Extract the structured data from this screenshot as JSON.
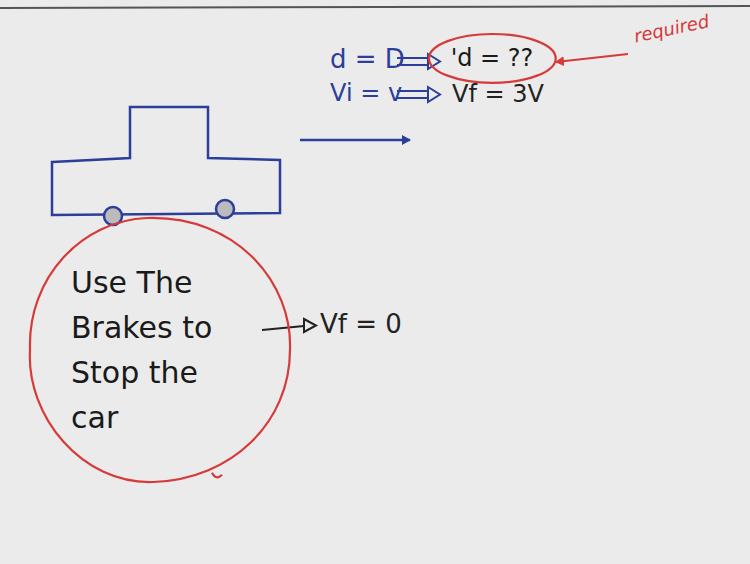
{
  "diagram": {
    "nodes": [
      {
        "text": [
          "'d = ??"
        ]
      },
      {
        "text": [
          "Use The Brakes to Stop the car"
        ]
      }
    ],
    "labels": [
      "d = D",
      "Vi = v",
      "Vf = 3V",
      "required",
      "Vf = 0"
    ]
  }
}
